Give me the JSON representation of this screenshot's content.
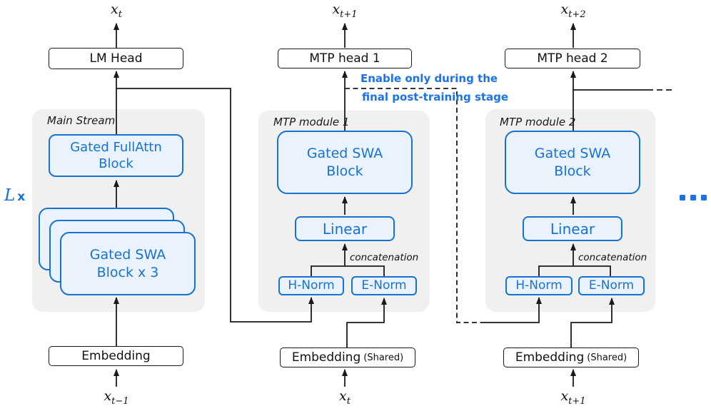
{
  "colors": {
    "accent_blue": "#1673d2",
    "light_blue_fill": "#eaf3fd",
    "panel_gray": "#f0f0f1",
    "annotation_blue": "#1a73e8",
    "line_black": "#1a1a1a"
  },
  "icons": {
    "ellipsis": "three-blue-square-dots"
  },
  "annotation": {
    "line1": "Enable only during the",
    "line2": "final post-training stage"
  },
  "main": {
    "output_base": "x",
    "output_sub": "t",
    "head": "LM Head",
    "panel": "Main Stream",
    "repeat_base": "L",
    "repeat_times": "x",
    "fullattn_line1": "Gated FullAttn",
    "fullattn_line2": "Block",
    "swa_line1": "Gated SWA",
    "swa_line2": "Block x 3",
    "embedding": "Embedding",
    "input_base": "x",
    "input_sub": "t−1"
  },
  "mtp1": {
    "output_base": "x",
    "output_sub": "t+1",
    "head": "MTP head 1",
    "panel": "MTP module 1",
    "swa_line1": "Gated SWA",
    "swa_line2": "Block",
    "linear": "Linear",
    "concat": "concatenation",
    "hnorm": "H-Norm",
    "enorm": "E-Norm",
    "embedding": "Embedding",
    "embedding_note": "(Shared)",
    "input_base": "x",
    "input_sub": "t"
  },
  "mtp2": {
    "output_base": "x",
    "output_sub": "t+2",
    "head": "MTP head 2",
    "panel": "MTP module 2",
    "swa_line1": "Gated SWA",
    "swa_line2": "Block",
    "linear": "Linear",
    "concat": "concatenation",
    "hnorm": "H-Norm",
    "enorm": "E-Norm",
    "embedding": "Embedding",
    "embedding_note": "(Shared)",
    "input_base": "x",
    "input_sub": "t+1"
  }
}
